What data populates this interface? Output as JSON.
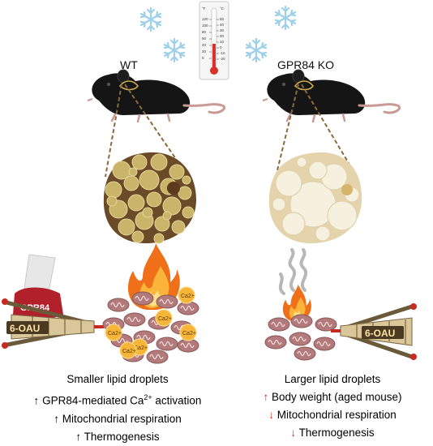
{
  "left": {
    "genotype": "WT",
    "tag": "GPR84",
    "drug": "6-OAU",
    "ion": "Ca2+",
    "caption": {
      "line1": "Smaller lipid droplets",
      "line2_arrow": "↑",
      "line2_a": "GPR84-mediated Ca",
      "line2_sup": "2+",
      "line2_b": " activation",
      "line3_arrow": "↑",
      "line3": "Mitochondrial respiration",
      "line4_arrow": "↑",
      "line4": "Thermogenesis"
    }
  },
  "right": {
    "genotype": "GPR84 KO",
    "drug": "6-OAU",
    "caption": {
      "line1": "Larger lipid droplets",
      "line2_arrow": "↑",
      "line2": "Body weight (aged mouse)",
      "line3_arrow": "↓",
      "line3": "Mitochondrial respiration",
      "line4_arrow": "↓",
      "line4": "Thermogenesis"
    }
  },
  "thermometer": {
    "unit_f": "°F",
    "unit_c": "°C",
    "f_ticks": [
      "120",
      "100",
      "80",
      "60",
      "40",
      "20",
      "0"
    ],
    "c_ticks": [
      "50",
      "40",
      "30",
      "20",
      "10",
      "0",
      "-10",
      "-20"
    ]
  },
  "colors": {
    "adipocyte_wt": "#c9b46a",
    "adipocyte_ko": "#efe7cf",
    "fire_orange": "#f48a1c",
    "fire_red": "#e53f1a",
    "red_text": "#d0261c",
    "ca_bubble": "#f7b538",
    "mito": "#b27a7a"
  },
  "icons": [
    "snowflake-icon",
    "thermometer-icon",
    "mouse-icon",
    "fire-icon",
    "smoke-icon",
    "mitochondria-icon",
    "syringe-icon"
  ]
}
